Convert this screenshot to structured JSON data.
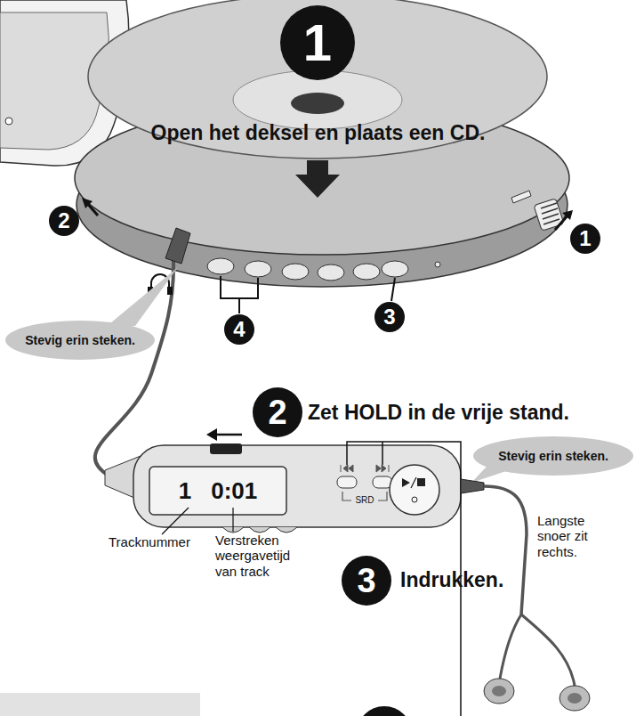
{
  "diagram": {
    "nodes": [
      {
        "text": [
          "1"
        ]
      },
      {
        "text": [
          "2"
        ]
      },
      {
        "text": [
          "1"
        ]
      },
      {
        "text": [
          "4"
        ]
      },
      {
        "text": [
          "3"
        ]
      },
      {
        "text": [
          "Stevig erin steken."
        ]
      },
      {
        "text": [
          "2"
        ]
      },
      {
        "text": [
          "Stevig erin steken."
        ]
      },
      {
        "text": [
          "1",
          "0:01"
        ]
      },
      {
        "text": [
          "3"
        ]
      }
    ],
    "labels": [
      "Open het deksel en plaats een CD.",
      "Zet HOLD in de vrije stand.",
      "SRD",
      "Tracknummer",
      "Verstreken weergavetijd van track",
      "Indrukken.",
      "Langste snoer zit rechts."
    ]
  }
}
